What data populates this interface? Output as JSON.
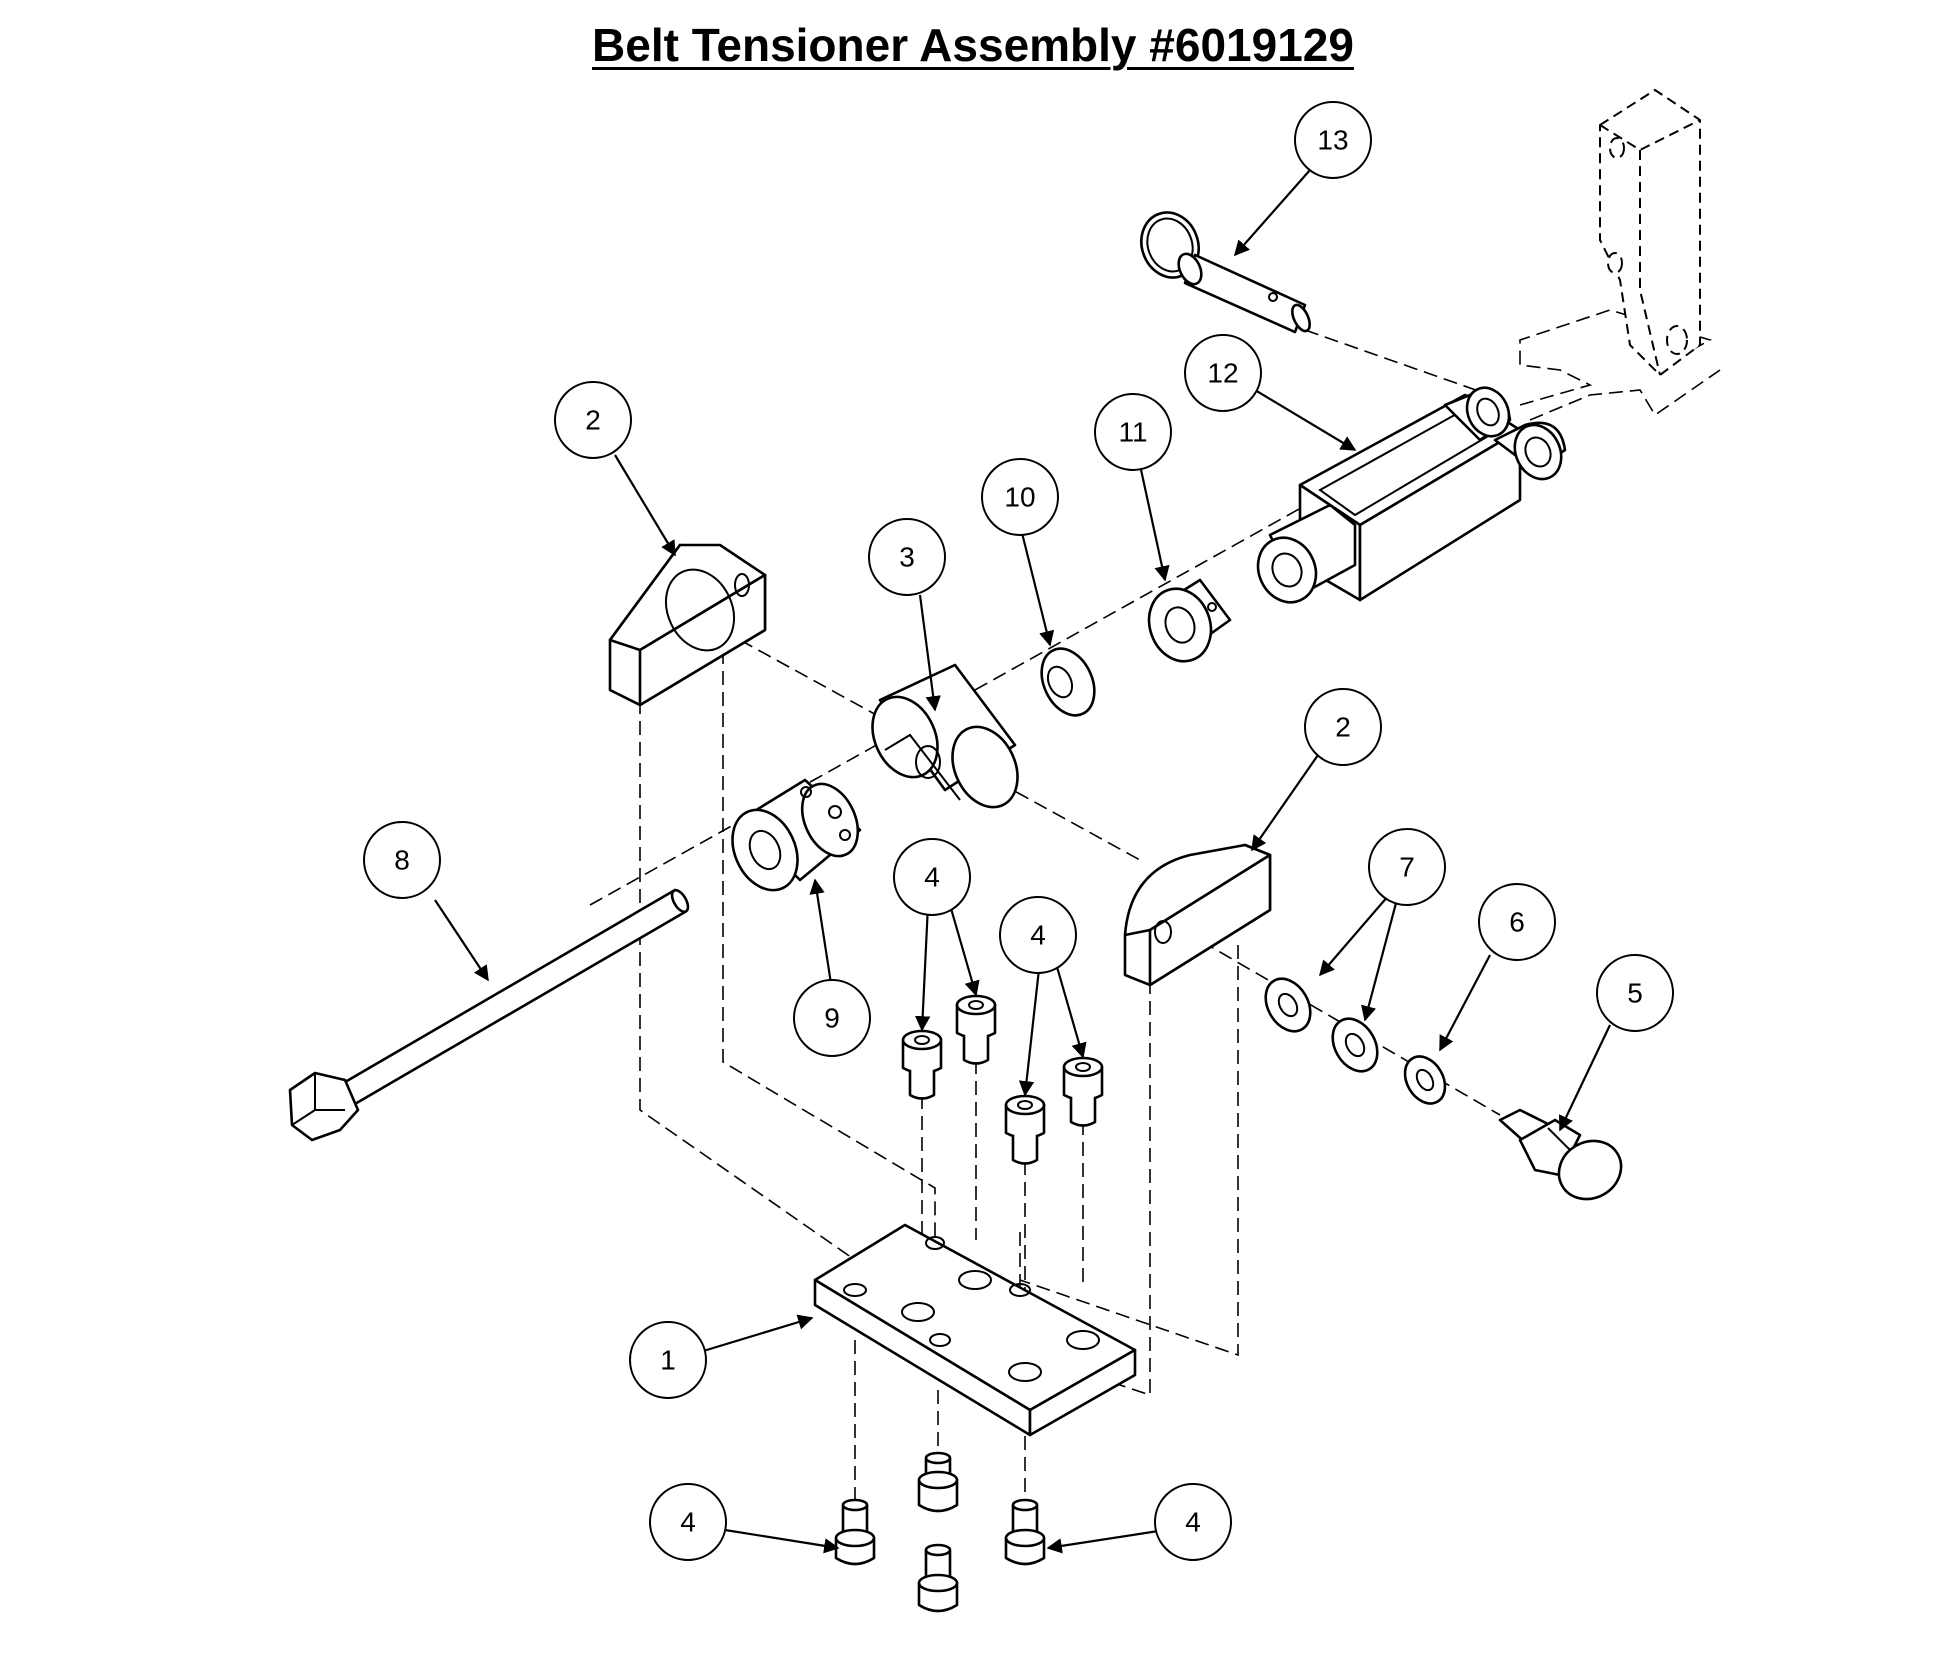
{
  "title": "Belt Tensioner Assembly #6019129",
  "callouts": [
    {
      "label": "13"
    },
    {
      "label": "12"
    },
    {
      "label": "11"
    },
    {
      "label": "10"
    },
    {
      "label": "2"
    },
    {
      "label": "3"
    },
    {
      "label": "2"
    },
    {
      "label": "8"
    },
    {
      "label": "9"
    },
    {
      "label": "4"
    },
    {
      "label": "4"
    },
    {
      "label": "7"
    },
    {
      "label": "6"
    },
    {
      "label": "5"
    },
    {
      "label": "1"
    },
    {
      "label": "4"
    },
    {
      "label": "4"
    }
  ]
}
